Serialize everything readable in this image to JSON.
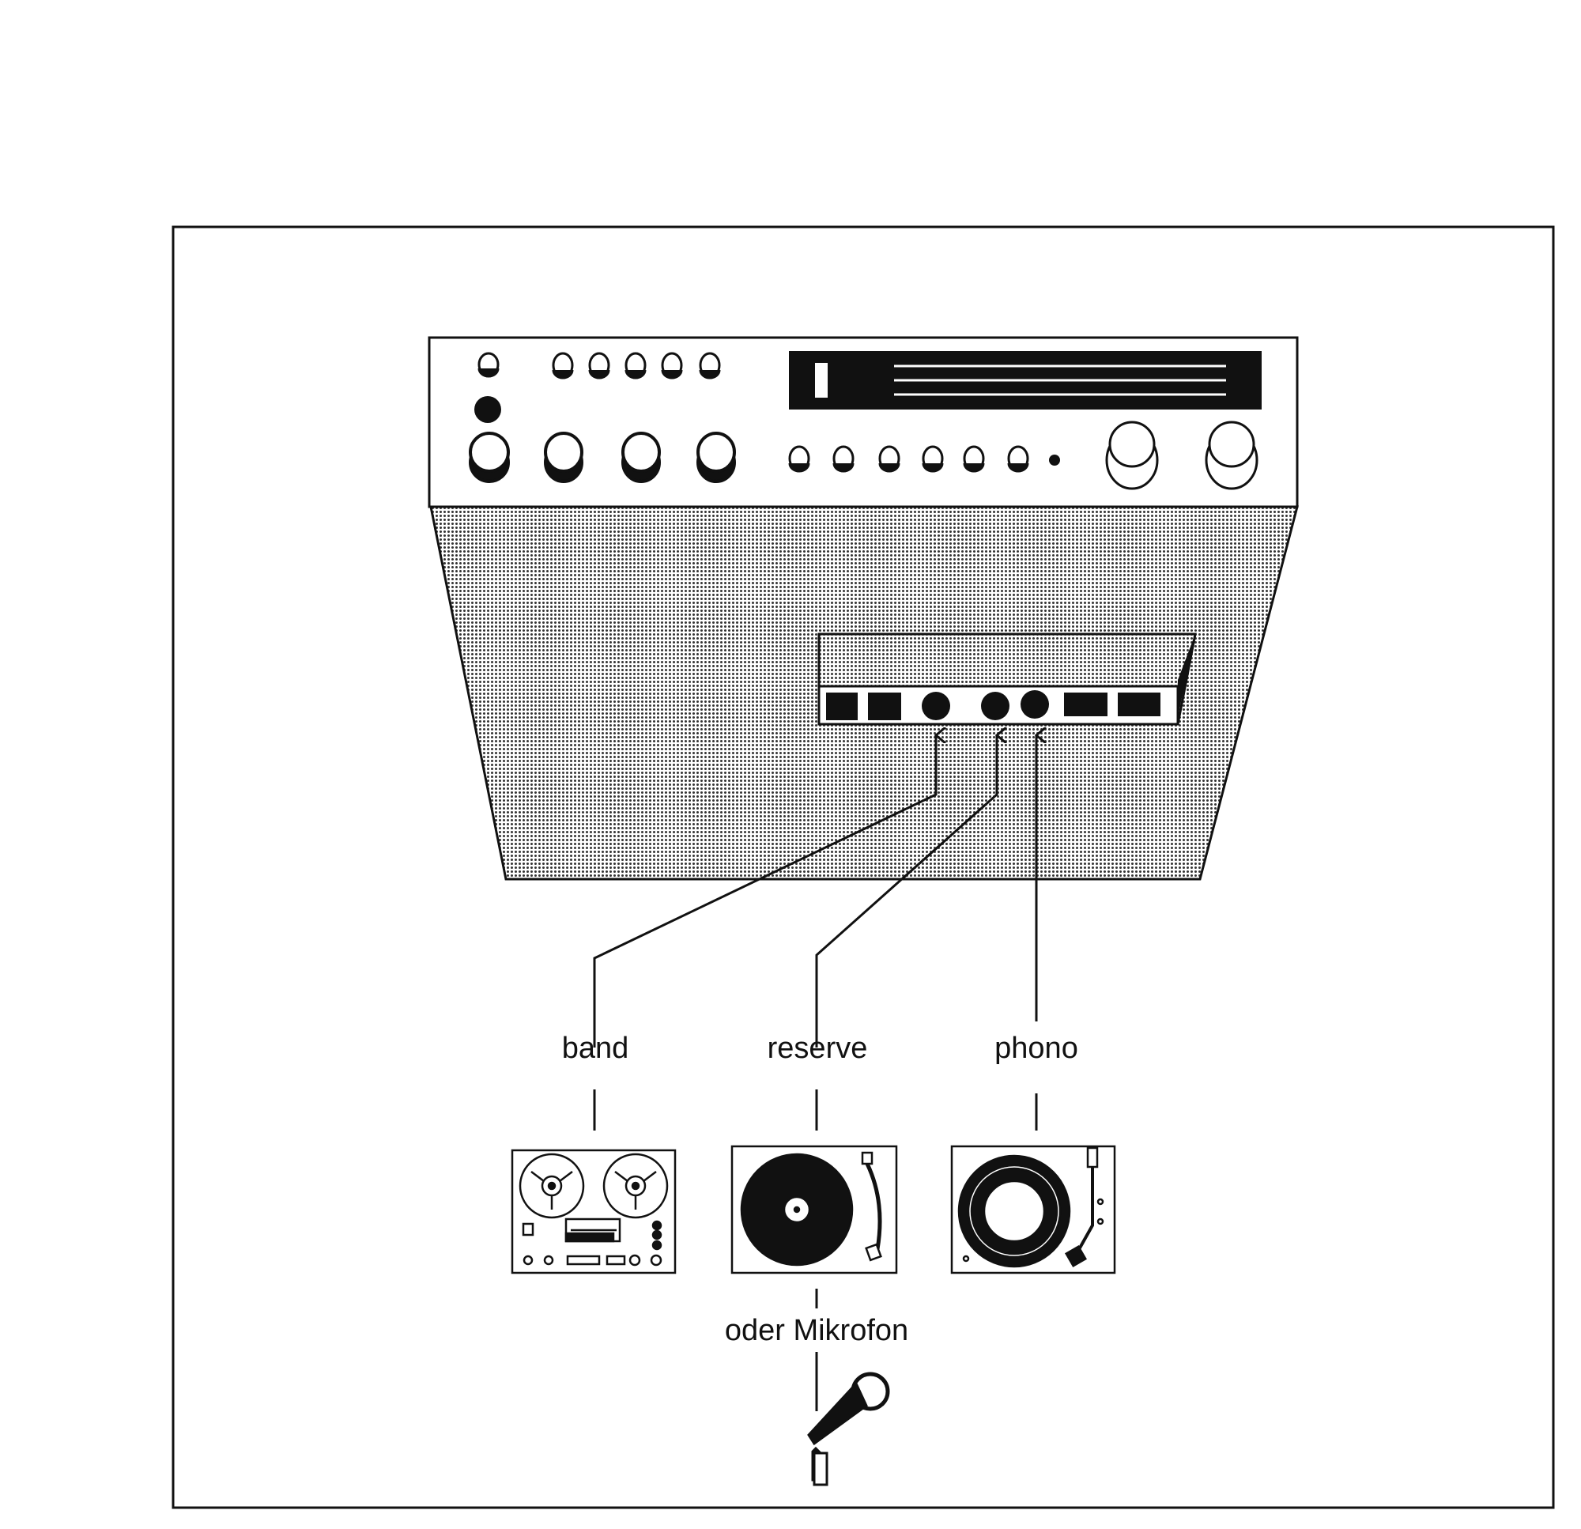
{
  "labels": {
    "band": "band",
    "reserve": "reserve",
    "phono": "phono",
    "microphone": "oder Mikrofon"
  },
  "colors": {
    "ink": "#111111",
    "paper": "#ffffff"
  },
  "icons": [
    "amplifier-icon",
    "reel-tape-recorder-icon",
    "turntable-icon",
    "record-player-icon",
    "microphone-icon"
  ]
}
